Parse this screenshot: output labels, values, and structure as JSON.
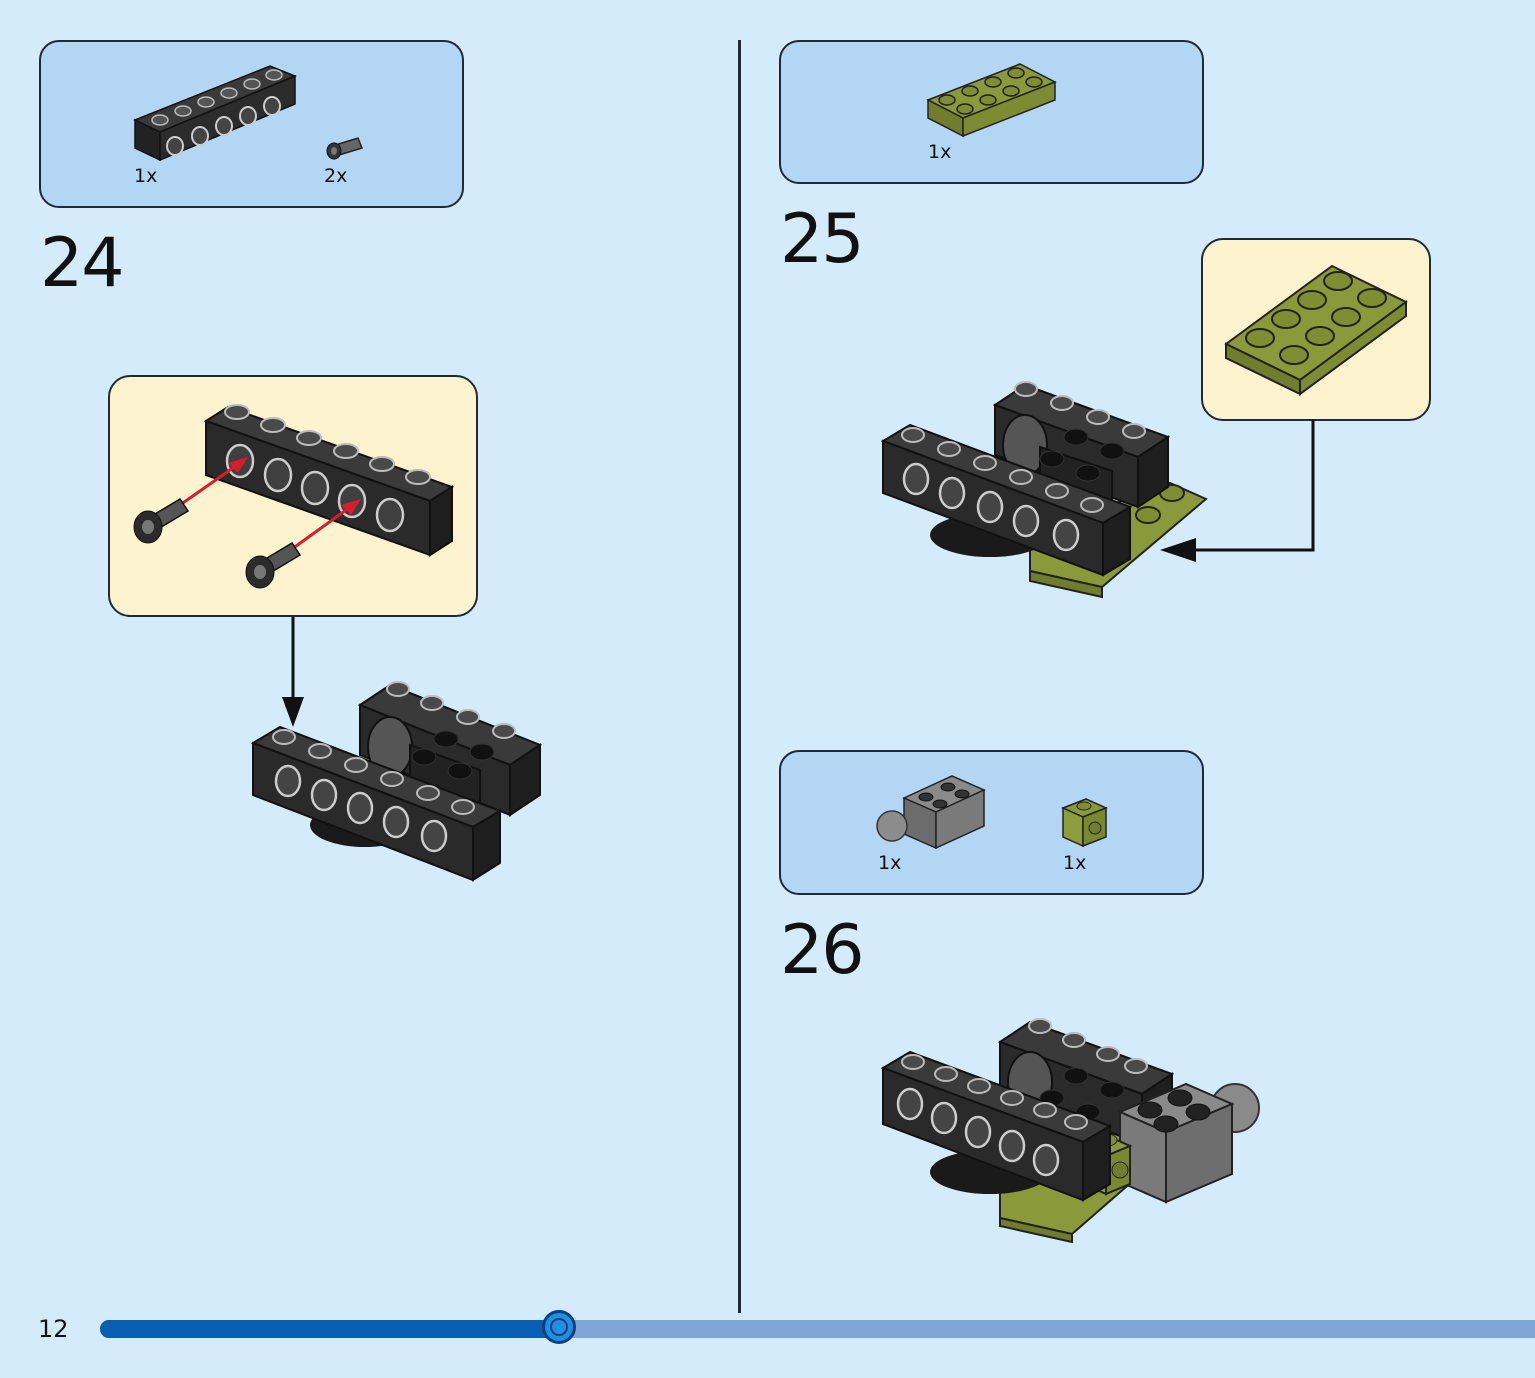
{
  "page": {
    "number": "12",
    "progress": 0.32
  },
  "steps": [
    {
      "number": "24",
      "parts": [
        {
          "qty": "1x",
          "name": "technic-brick-1x6"
        },
        {
          "qty": "2x",
          "name": "technic-pin"
        }
      ]
    },
    {
      "number": "25",
      "parts": [
        {
          "qty": "1x",
          "name": "olive-plate-2x4"
        }
      ]
    },
    {
      "number": "26",
      "parts": [
        {
          "qty": "1x",
          "name": "grey-ball-joint-brick"
        },
        {
          "qty": "1x",
          "name": "olive-brick-1x1"
        }
      ]
    }
  ],
  "colors": {
    "background": "#d4ebfb",
    "parts_box": "#b3d6f4",
    "callout": "#fdf3cf",
    "brick_black": "#2a2a2a",
    "olive": "#8a9a3a",
    "arrow_red": "#d81e2a",
    "progress_fill": "#0a5eb0",
    "progress_track": "#7fa4d7"
  }
}
